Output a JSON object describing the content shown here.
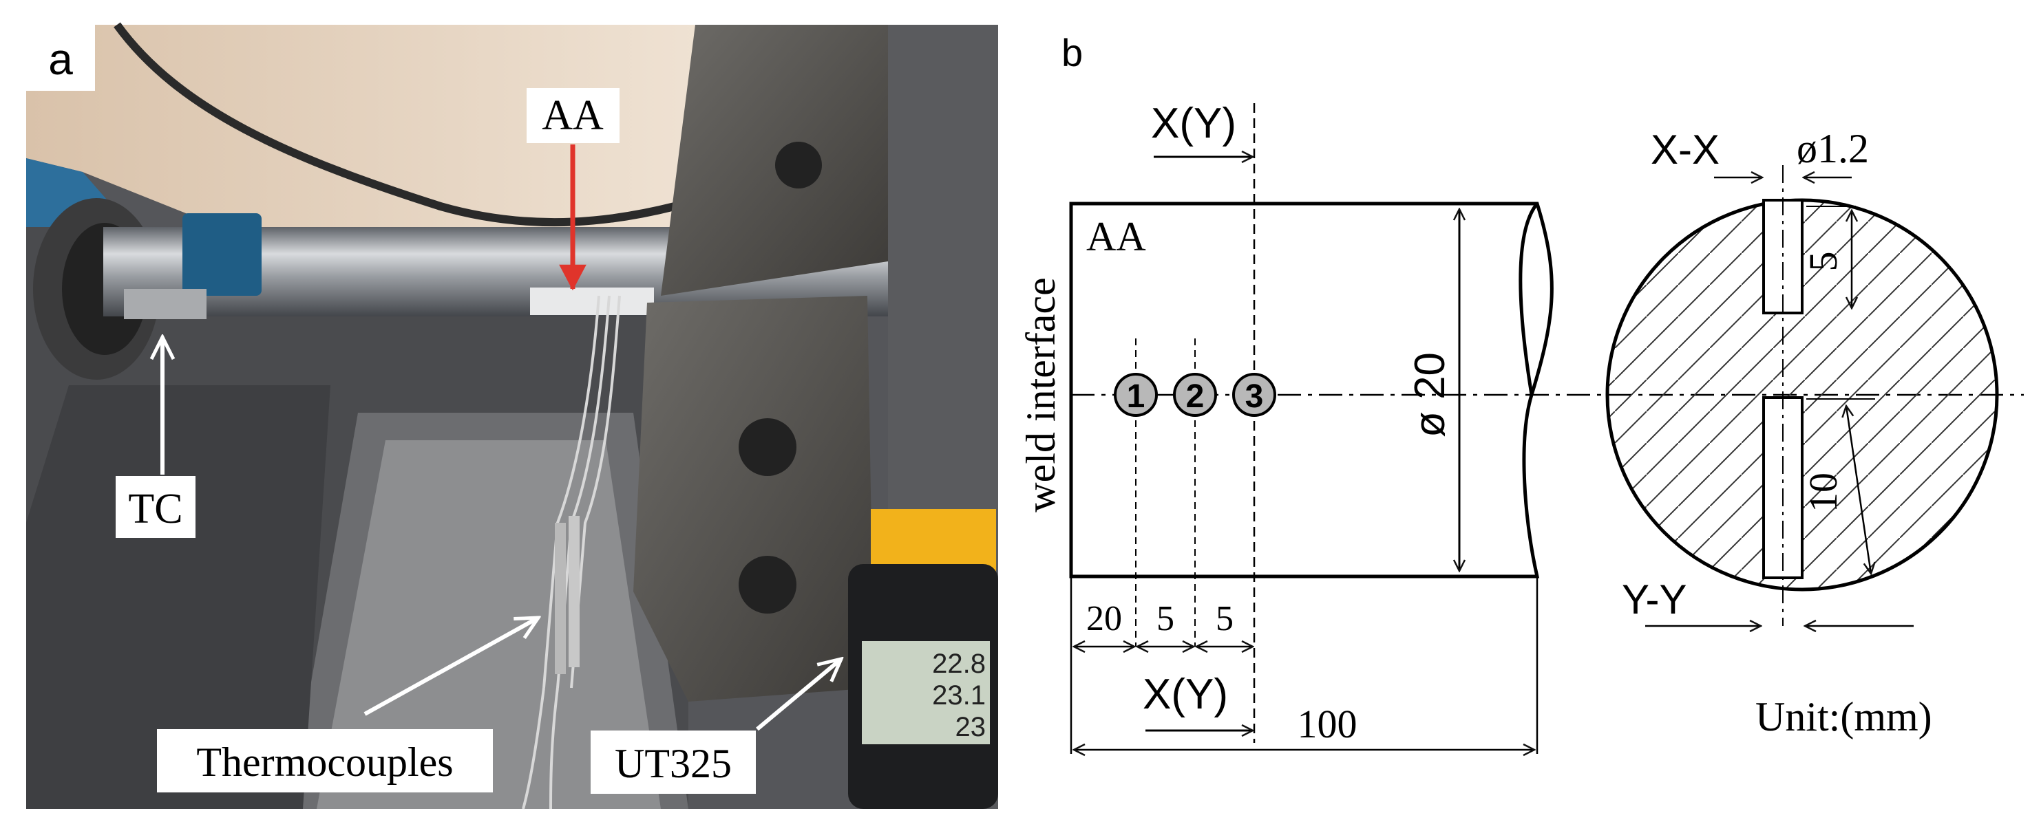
{
  "panel_a": {
    "label": "a",
    "callouts": {
      "aa": "AA",
      "tc": "TC",
      "thermocouples": "Thermocouples",
      "ut325": "UT325"
    },
    "display_readings": [
      "22.8",
      "23.1",
      "23"
    ]
  },
  "panel_b": {
    "label": "b",
    "section_label_top": "X(Y)",
    "section_label_bottom": "X(Y)",
    "specimen_label": "AA",
    "weld_interface": "weld interface",
    "diameter": "ø 20",
    "points": [
      "1",
      "2",
      "3"
    ],
    "dims_bottom": [
      "20",
      "5",
      "5"
    ],
    "length": "100",
    "section_xx": "X-X",
    "hole_diameter": "ø1.2",
    "depth_top": "5",
    "depth_bottom": "10",
    "section_yy": "Y-Y",
    "unit": "Unit:(mm)"
  },
  "colors": {
    "accent_arrow": "#e0342b",
    "point_fill": "#b8b8b8",
    "display_yellow": "#f2b21b"
  }
}
